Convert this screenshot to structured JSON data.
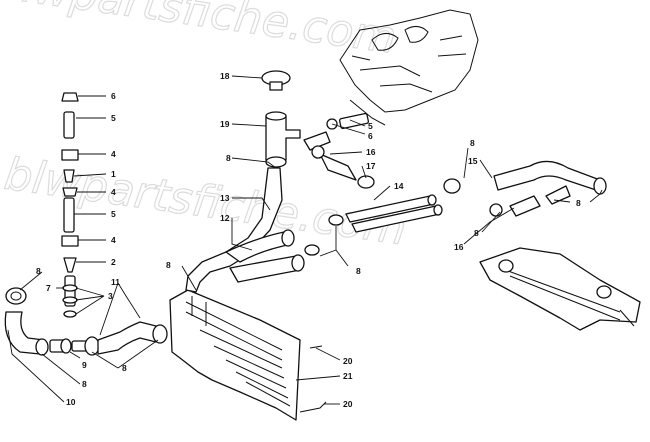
{
  "watermark": "blwpartsfiche.com",
  "callouts": [
    {
      "id": "c6a",
      "text": "6"
    },
    {
      "id": "c5a",
      "text": "5"
    },
    {
      "id": "c4a",
      "text": "4"
    },
    {
      "id": "c1",
      "text": "1"
    },
    {
      "id": "c4b",
      "text": "4"
    },
    {
      "id": "c5b",
      "text": "5"
    },
    {
      "id": "c4c",
      "text": "4"
    },
    {
      "id": "c2",
      "text": "2"
    },
    {
      "id": "c3",
      "text": "3"
    },
    {
      "id": "c7",
      "text": "7"
    },
    {
      "id": "c8a",
      "text": "8"
    },
    {
      "id": "c11",
      "text": "11"
    },
    {
      "id": "c9",
      "text": "9"
    },
    {
      "id": "c8b",
      "text": "8"
    },
    {
      "id": "c10",
      "text": "10"
    },
    {
      "id": "c8c",
      "text": "8"
    },
    {
      "id": "c18",
      "text": "18"
    },
    {
      "id": "c19",
      "text": "19"
    },
    {
      "id": "c8d",
      "text": "8"
    },
    {
      "id": "c5c",
      "text": "5"
    },
    {
      "id": "c6b",
      "text": "6"
    },
    {
      "id": "c16a",
      "text": "16"
    },
    {
      "id": "c17",
      "text": "17"
    },
    {
      "id": "c13",
      "text": "13"
    },
    {
      "id": "c12",
      "text": "12"
    },
    {
      "id": "c14",
      "text": "14"
    },
    {
      "id": "c8e",
      "text": "8"
    },
    {
      "id": "c8f",
      "text": "8"
    },
    {
      "id": "c8g",
      "text": "8"
    },
    {
      "id": "c15",
      "text": "15"
    },
    {
      "id": "c8h",
      "text": "8"
    },
    {
      "id": "c8i",
      "text": "8"
    },
    {
      "id": "c16b",
      "text": "16"
    },
    {
      "id": "c20a",
      "text": "20"
    },
    {
      "id": "c21",
      "text": "21"
    },
    {
      "id": "c20b",
      "text": "20"
    }
  ]
}
